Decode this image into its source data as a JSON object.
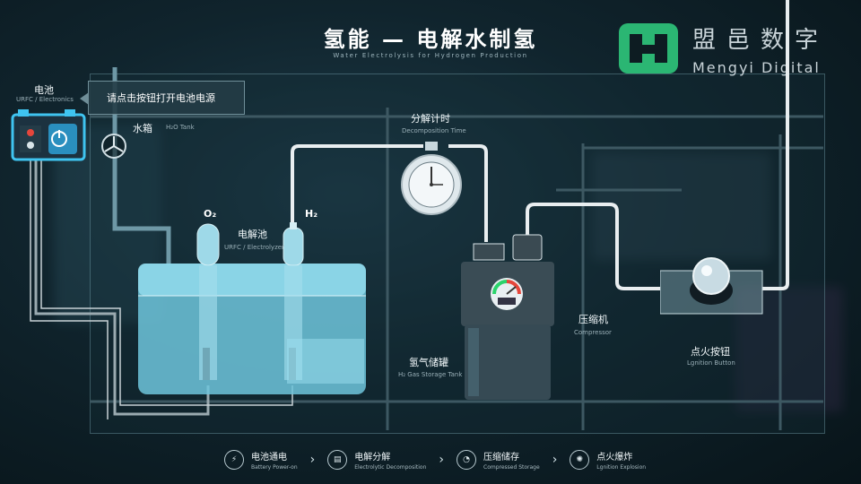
{
  "header": {
    "title": "氢能 — 电解水制氢",
    "subtitle": "Water Electrolysis for Hydrogen Production"
  },
  "logo": {
    "cn": "盟邑数字",
    "en": "Mengyi Digital",
    "mark_color": "#2bb673"
  },
  "tooltip": {
    "text": "请点击按钮打开电池电源"
  },
  "labels": {
    "battery": {
      "cn": "电池",
      "en": "URFC / Electronics"
    },
    "tank": {
      "cn": "水箱",
      "en": "H₂O Tank"
    },
    "o2": "O₂",
    "h2": "H₂",
    "electrolyzer": {
      "cn": "电解池",
      "en": "URFC / Electrolyzer"
    },
    "timer": {
      "cn": "分解计时",
      "en": "Decomposition Time"
    },
    "storage": {
      "cn": "氢气储罐",
      "en": "H₂ Gas Storage Tank"
    },
    "compressor": {
      "cn": "压缩机",
      "en": "Compressor"
    },
    "ignition": {
      "cn": "点火按钮",
      "en": "Lgnition Button"
    }
  },
  "steps": [
    {
      "icon": "battery-icon",
      "cn": "电池通电",
      "en": "Battery Power-on"
    },
    {
      "icon": "decomposition-icon",
      "cn": "电解分解",
      "en": "Electrolytic Decomposition"
    },
    {
      "icon": "storage-icon",
      "cn": "压缩储存",
      "en": "Compressed Storage"
    },
    {
      "icon": "explosion-icon",
      "cn": "点火爆炸",
      "en": "Lgnition Explosion"
    }
  ],
  "colors": {
    "accent": "#3fc4f0",
    "water": "#7fd3e6",
    "pipe": "#e9eef0",
    "gauge_green": "#2bd36b",
    "gauge_red": "#e5463b"
  }
}
